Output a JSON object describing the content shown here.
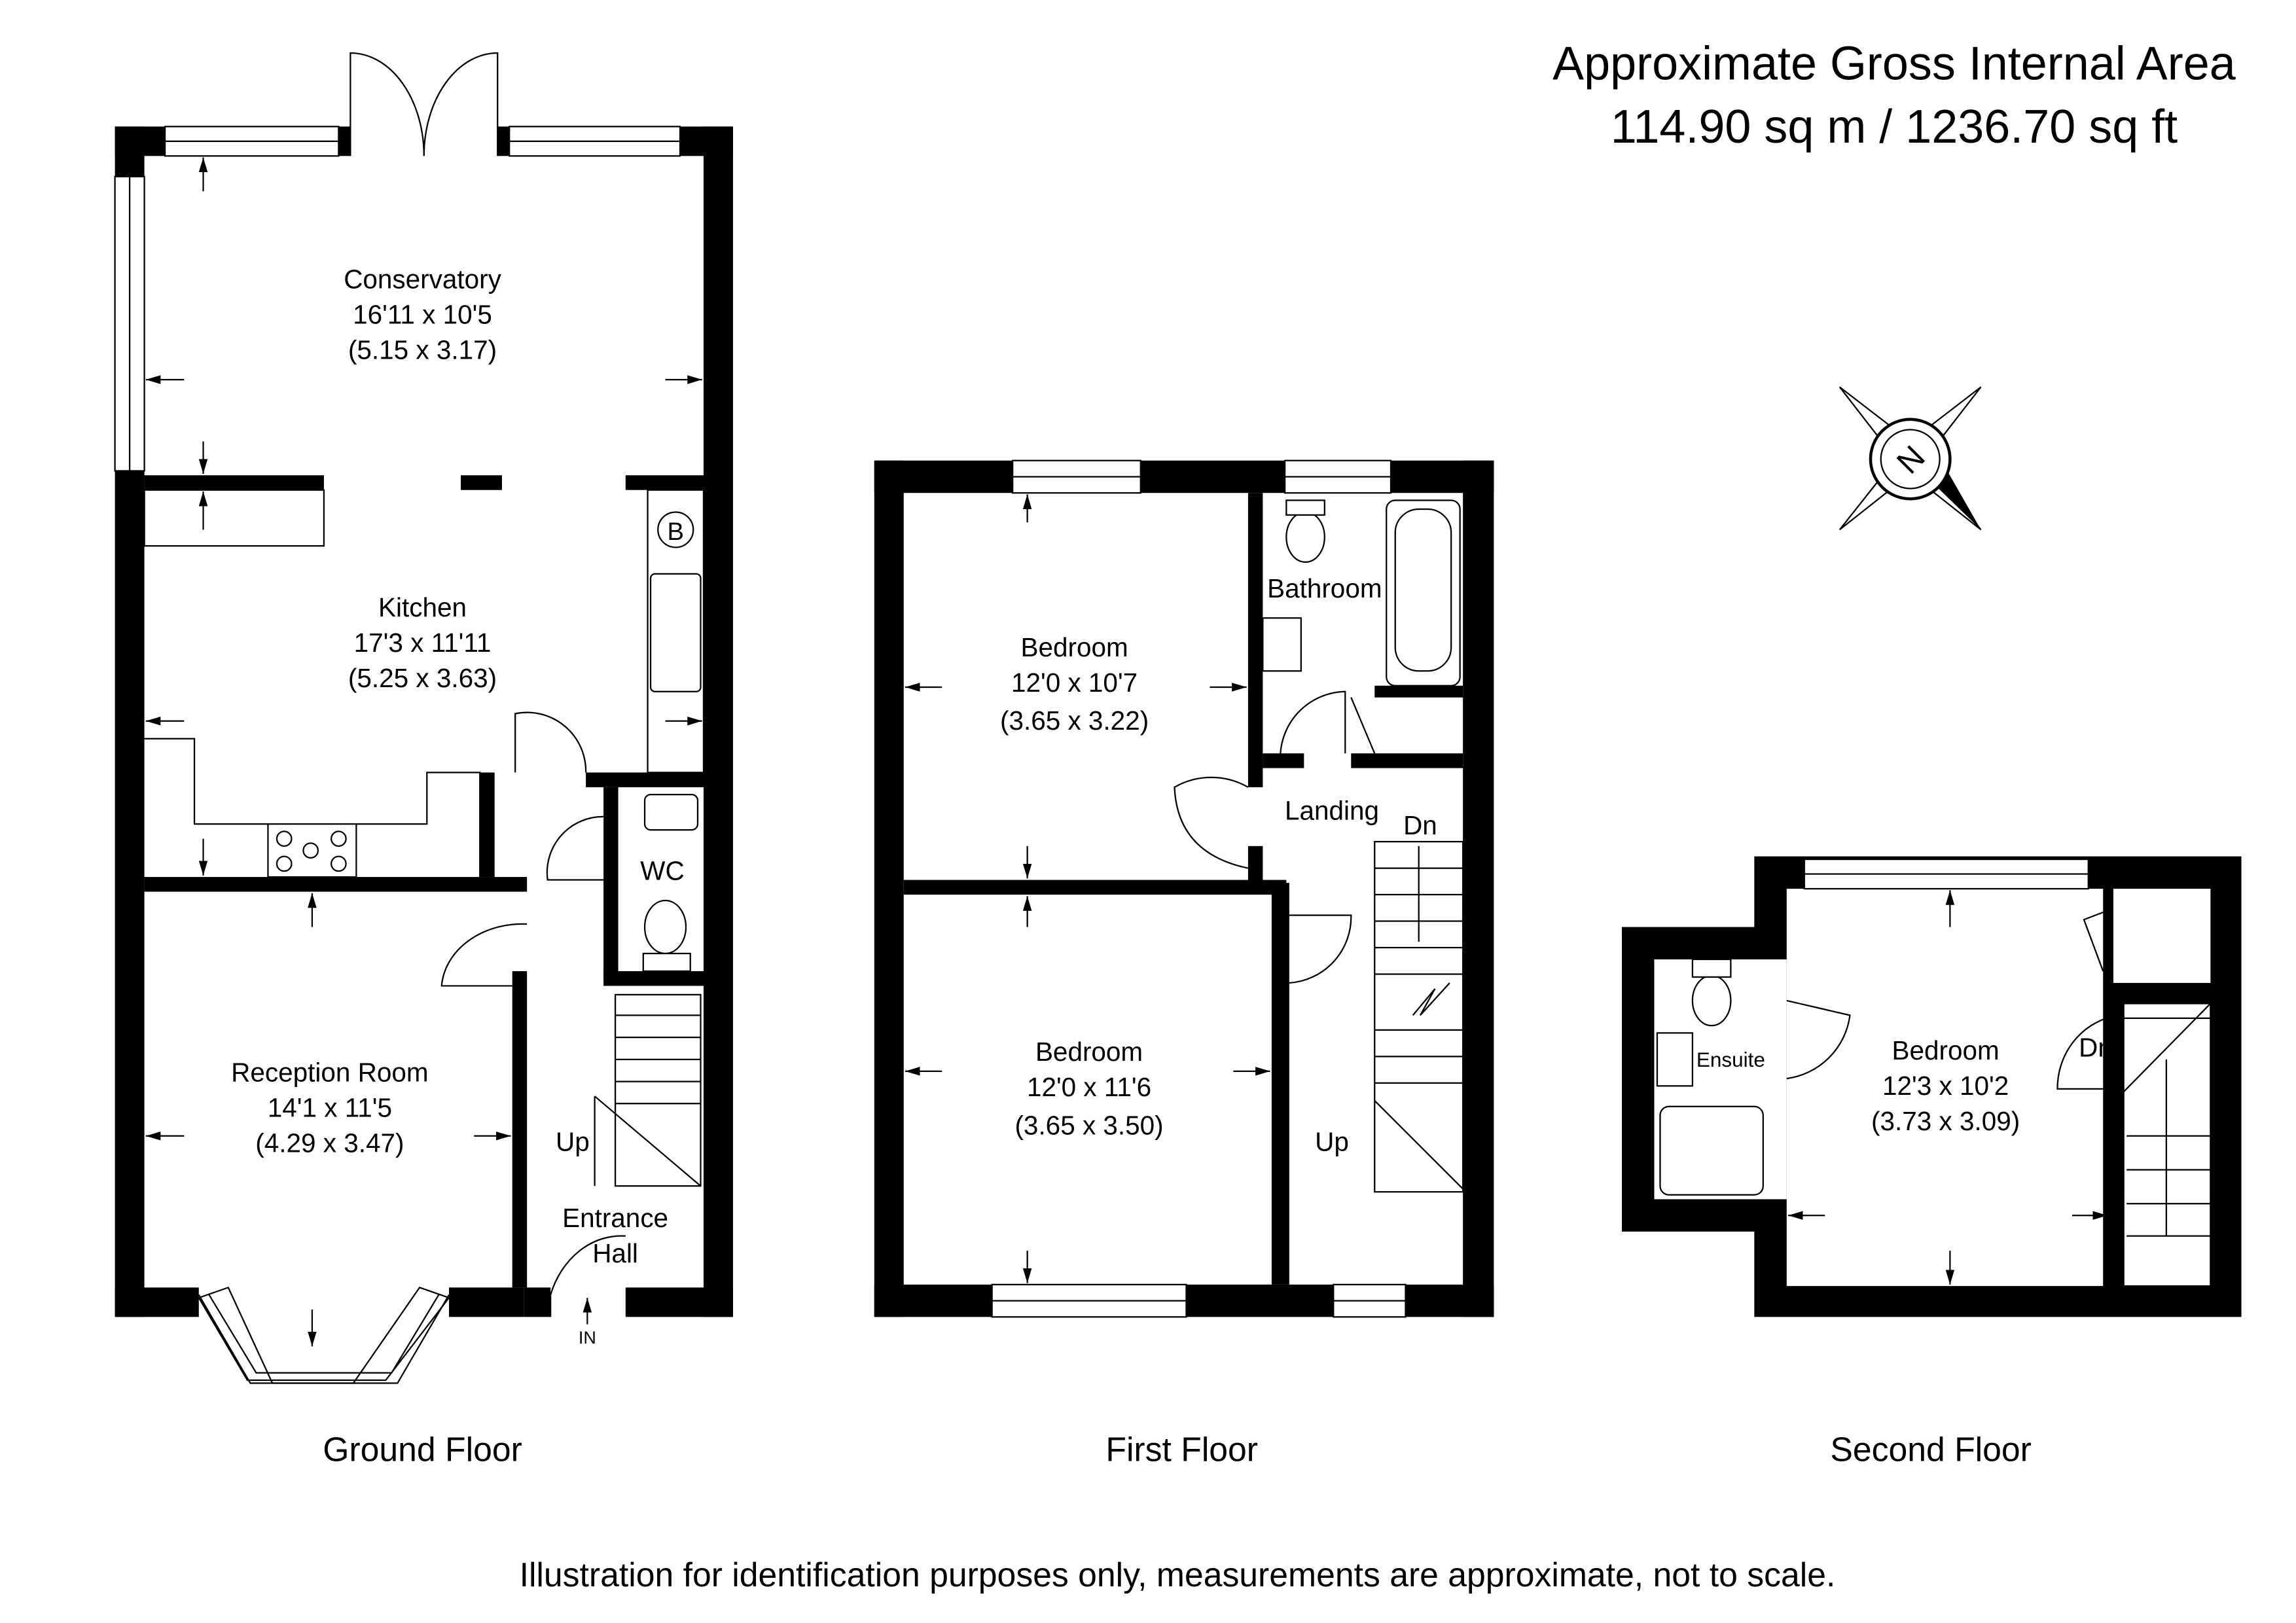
{
  "header": {
    "title": "Approximate Gross Internal Area",
    "area": "114.90 sq m / 1236.70 sq ft"
  },
  "compass": {
    "letter": "N"
  },
  "ground_floor": {
    "label": "Ground Floor",
    "rooms": [
      {
        "name": "Conservatory",
        "imperial": "16'11 x 10'5",
        "metric": "(5.15 x 3.17)"
      },
      {
        "name": "Kitchen",
        "imperial": "17'3 x 11'11",
        "metric": "(5.25 x 3.63)"
      },
      {
        "name": "Reception Room",
        "imperial": "14'1 x 11'5",
        "metric": "(4.29 x 3.47)"
      }
    ],
    "wc": "WC",
    "boiler": "B",
    "up": "Up",
    "entrance_line1": "Entrance",
    "entrance_line2": "Hall",
    "in": "IN"
  },
  "first_floor": {
    "label": "First Floor",
    "rooms": [
      {
        "name": "Bedroom",
        "imperial": "12'0 x 10'7",
        "metric": "(3.65 x 3.22)"
      },
      {
        "name": "Bedroom",
        "imperial": "12'0 x 11'6",
        "metric": "(3.65 x 3.50)"
      }
    ],
    "bathroom": "Bathroom",
    "landing": "Landing",
    "dn": "Dn",
    "up": "Up"
  },
  "second_floor": {
    "label": "Second Floor",
    "rooms": [
      {
        "name": "Bedroom",
        "imperial": "12'3 x 10'2",
        "metric": "(3.73 x 3.09)"
      }
    ],
    "ensuite": "Ensuite",
    "dn": "Dn"
  },
  "footer": {
    "disclaimer": "Illustration for identification purposes only, measurements are approximate, not to scale."
  }
}
